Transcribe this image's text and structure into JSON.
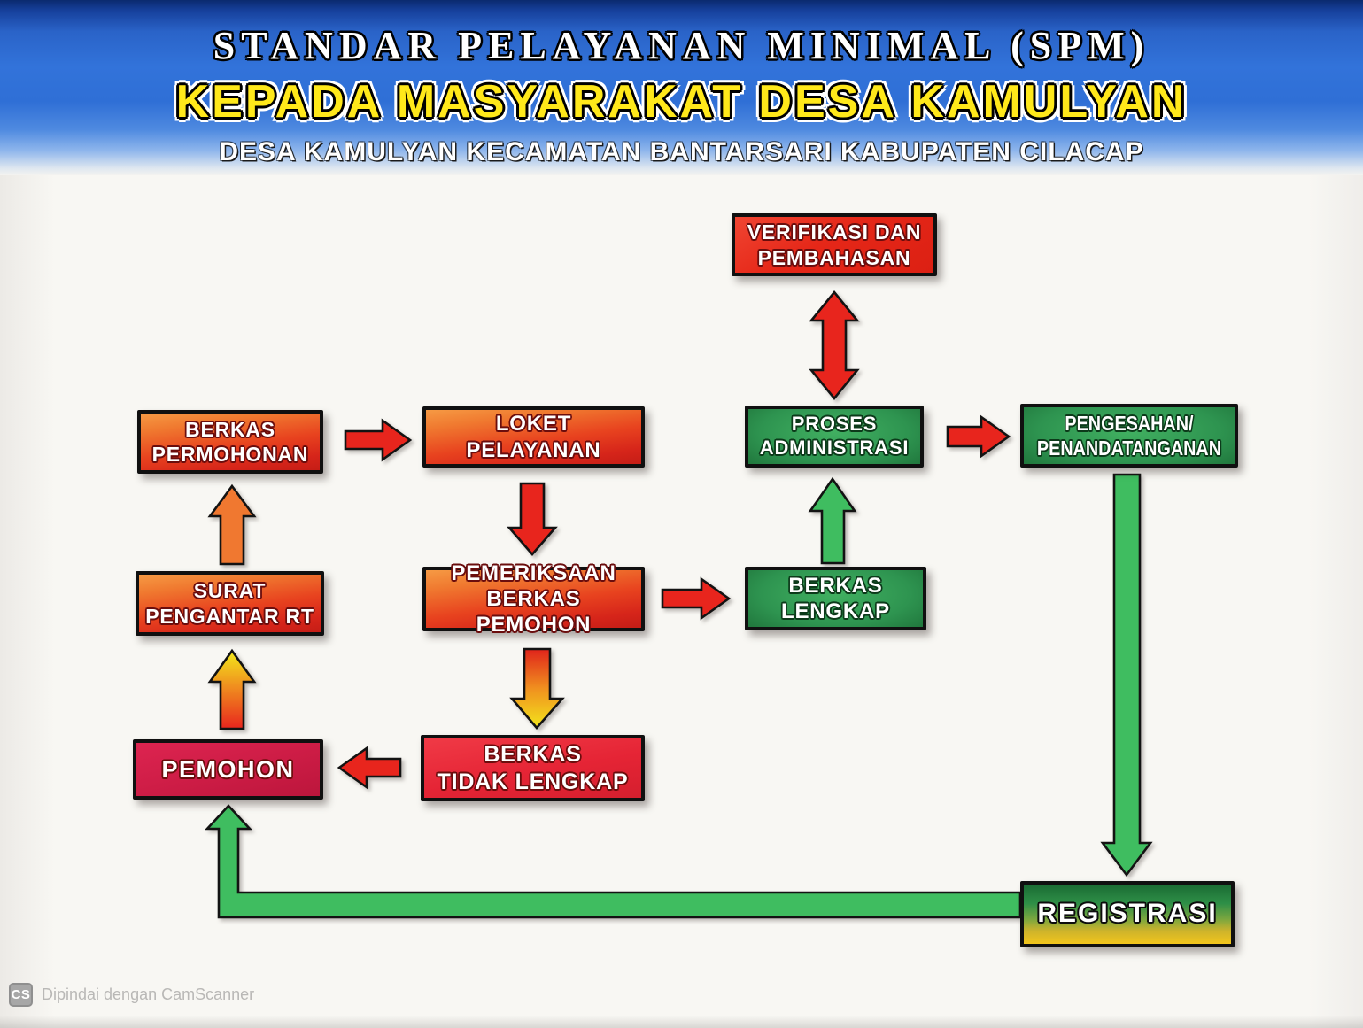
{
  "banner": {
    "title_line1": "STANDAR PELAYANAN MINIMAL (SPM)",
    "title_line2": "KEPADA MASYARAKAT DESA KAMULYAN",
    "title_line3": "DESA KAMULYAN KECAMATAN BANTARSARI KABUPATEN CILACAP"
  },
  "diagram": {
    "nodes": {
      "verifikasi": {
        "line1": "VERIFIKASI DAN",
        "line2": "PEMBAHASAN",
        "style": "red"
      },
      "berkas_permohonan": {
        "line1": "BERKAS",
        "line2": "PERMOHONAN",
        "style": "orange-red"
      },
      "loket": {
        "line1": "LOKET",
        "line2": "PELAYANAN",
        "style": "orange-red"
      },
      "proses": {
        "line1": "PROSES",
        "line2": "ADMINISTRASI",
        "style": "green"
      },
      "pengesahan": {
        "line1": "PENGESAHAN/",
        "line2": "PENANDATANGANAN",
        "style": "green"
      },
      "surat": {
        "line1": "SURAT",
        "line2": "PENGANTAR RT",
        "style": "orange-red"
      },
      "pemeriksaan": {
        "line1": "PEMERIKSAAN",
        "line2": "BERKAS PEMOHON",
        "style": "orange-red"
      },
      "berkas_lengkap": {
        "line1": "BERKAS",
        "line2": "LENGKAP",
        "style": "green"
      },
      "pemohon": {
        "line1": "PEMOHON",
        "style": "crimson"
      },
      "berkas_tidak_lengkap": {
        "line1": "BERKAS",
        "line2": "TIDAK LENGKAP",
        "style": "red"
      },
      "registrasi": {
        "line1": "REGISTRASI",
        "style": "green-yellow"
      }
    },
    "edges": [
      {
        "from": "PEMOHON",
        "to": "SURAT PENGANTAR RT",
        "direction": "up",
        "color": "red-to-yellow-gradient"
      },
      {
        "from": "SURAT PENGANTAR RT",
        "to": "BERKAS PERMOHONAN",
        "direction": "up",
        "color": "orange"
      },
      {
        "from": "BERKAS PERMOHONAN",
        "to": "LOKET PELAYANAN",
        "direction": "right",
        "color": "red"
      },
      {
        "from": "LOKET PELAYANAN",
        "to": "PEMERIKSAAN BERKAS PEMOHON",
        "direction": "down",
        "color": "red"
      },
      {
        "from": "PEMERIKSAAN BERKAS PEMOHON",
        "to": "BERKAS LENGKAP",
        "direction": "right",
        "color": "red"
      },
      {
        "from": "PEMERIKSAAN BERKAS PEMOHON",
        "to": "BERKAS TIDAK LENGKAP",
        "direction": "down",
        "color": "red-to-yellow-gradient"
      },
      {
        "from": "BERKAS TIDAK LENGKAP",
        "to": "PEMOHON",
        "direction": "left",
        "color": "red"
      },
      {
        "from": "BERKAS LENGKAP",
        "to": "PROSES ADMINISTRASI",
        "direction": "up",
        "color": "green"
      },
      {
        "from": "PROSES ADMINISTRASI",
        "to": "VERIFIKASI DAN PEMBAHASAN",
        "direction": "both",
        "color": "red"
      },
      {
        "from": "PROSES ADMINISTRASI",
        "to": "PENGESAHAN/PENANDATANGANAN",
        "direction": "right",
        "color": "red"
      },
      {
        "from": "PENGESAHAN/PENANDATANGANAN",
        "to": "REGISTRASI",
        "direction": "down",
        "color": "green"
      },
      {
        "from": "REGISTRASI",
        "to": "PEMOHON",
        "direction": "left-then-up",
        "color": "green"
      }
    ],
    "colors": {
      "banner_blue": "#2f6fd6",
      "title_yellow": "#ffe81a",
      "box_orange_red": "#e8431f",
      "box_red": "#e52718",
      "box_crimson": "#cc1c45",
      "box_green": "#2e9450",
      "registrasi_yellow": "#f2c51c",
      "arrow_red": "#e8251d",
      "arrow_green": "#3fbd60",
      "arrow_orange": "#f07830",
      "arrow_yellow": "#f2e51c"
    }
  },
  "footer": {
    "badge": "CS",
    "text": "Dipindai dengan CamScanner"
  }
}
